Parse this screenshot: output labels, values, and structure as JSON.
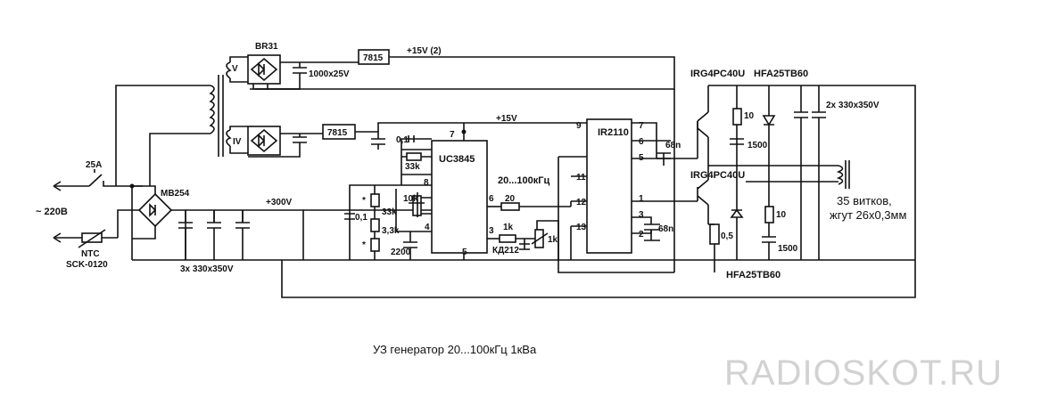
{
  "caption": "УЗ генератор  20...100кГц   1кВа",
  "watermark": "RADIOSKOT.RU",
  "labels": {
    "switch": "25A",
    "mains": "~ 220В",
    "ntc": "NTC",
    "ntc_part": "SCK-0120",
    "bridge_main": "MB254",
    "bridge_aux": "BR31",
    "bulk_caps": "3x 330x350V",
    "hv_bus": "+300V",
    "winding_v": "V",
    "winding_iv": "IV",
    "cap_upper": "1000x25V",
    "reg1": "7815",
    "reg2": "7815",
    "rail2": "+15V (2)",
    "rail1": "+15V",
    "pwm_ic": "UC3845",
    "pin7": "7",
    "pin8": "8",
    "pin6": "6",
    "pin3": "3",
    "pin5": "5",
    "pin4": "4",
    "c_01_top": "0,1",
    "r_33k": "33k",
    "pot_10k": "10k",
    "r_33k_b": "33k",
    "r_33k_c": "3,3k",
    "star": "*",
    "c_01_left": "0,1",
    "c_2200": "2200",
    "pin6_r": "20",
    "r_1k": "1k",
    "diode": "КД212",
    "pot_1k": "1k",
    "freq": "20...100кГц",
    "driver_ic": "IR2110",
    "d_pin9": "9",
    "d_pin11": "11",
    "d_pin12": "12",
    "d_pin13": "13",
    "d_pin7": "7",
    "d_pin6": "6",
    "d_pin5": "5",
    "d_pin1": "1",
    "d_pin3": "3",
    "d_pin2": "2",
    "c_68n": "68n",
    "igbt": "IRG4PC40U",
    "fast_diode": "HFA25TB60",
    "r_10": "10",
    "c_1500": "1500",
    "r_05": "0,5",
    "out_caps": "2x 330x350V",
    "coil_turns": "35 витков,",
    "coil_wire": "жгут 26х0,3мм"
  }
}
